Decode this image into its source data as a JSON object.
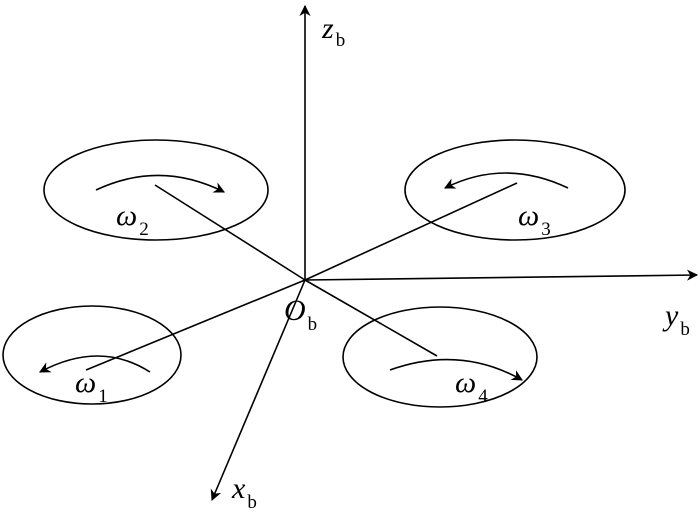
{
  "axes": {
    "z": {
      "symbol": "z",
      "subscript": "b"
    },
    "y": {
      "symbol": "y",
      "subscript": "b"
    },
    "x": {
      "symbol": "x",
      "subscript": "b"
    },
    "origin": {
      "symbol": "O",
      "subscript": "b"
    }
  },
  "rotors": [
    {
      "symbol": "ω",
      "subscript": "1",
      "direction": "counterclockwise"
    },
    {
      "symbol": "ω",
      "subscript": "2",
      "direction": "clockwise"
    },
    {
      "symbol": "ω",
      "subscript": "3",
      "direction": "counterclockwise"
    },
    {
      "symbol": "ω",
      "subscript": "4",
      "direction": "clockwise"
    }
  ],
  "colors": {
    "stroke": "#000000",
    "background": "#ffffff"
  }
}
